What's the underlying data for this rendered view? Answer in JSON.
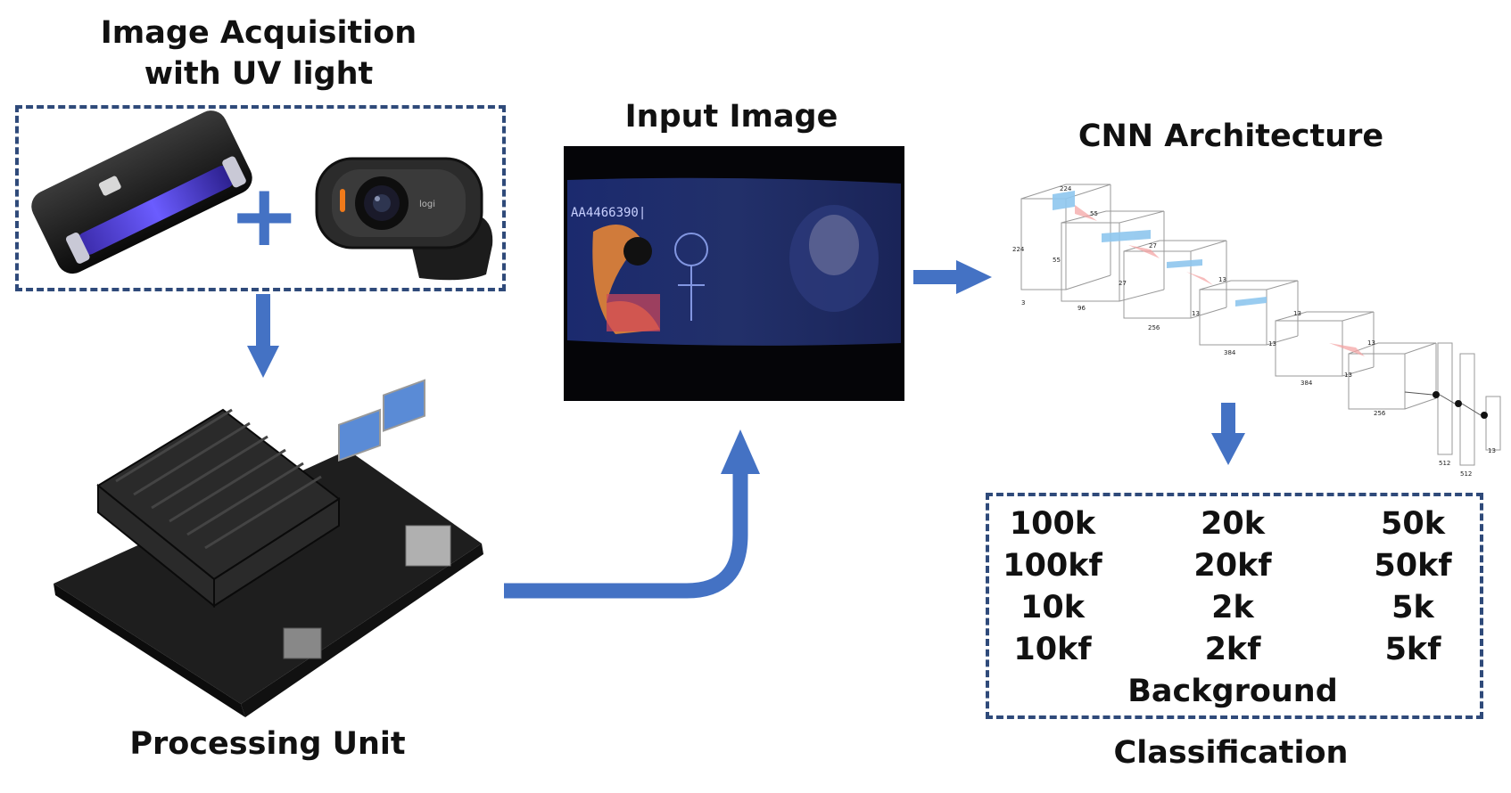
{
  "acquisition": {
    "title_line1": "Image Acquisition",
    "title_line2": "with UV light",
    "plus_symbol": "+"
  },
  "processing": {
    "title": "Processing Unit"
  },
  "input_image": {
    "title": "Input Image",
    "banknote_serial": "AA4466390|"
  },
  "cnn": {
    "title": "CNN Architecture",
    "labels": {
      "l224a": "224",
      "l224b": "224",
      "l55a": "55",
      "l55b": "55",
      "l3": "3",
      "l96": "96",
      "l27a": "27",
      "l27b": "27",
      "l256a": "256",
      "l13a": "13",
      "l13b": "13",
      "l13c": "13",
      "l13d": "13",
      "l13e": "13",
      "l13f": "13",
      "l13g": "13",
      "l384a": "384",
      "l384b": "384",
      "l256b": "256",
      "l512a": "512",
      "l512b": "512"
    }
  },
  "classification": {
    "title": "Classification",
    "items": [
      "100k",
      "20k",
      "50k",
      "100kf",
      "20kf",
      "50kf",
      "10k",
      "2k",
      "5k",
      "10kf",
      "2kf",
      "5kf"
    ],
    "background": "Background"
  },
  "colors": {
    "arrow": "#4472c4",
    "dashed_border": "#2f4a7a"
  }
}
